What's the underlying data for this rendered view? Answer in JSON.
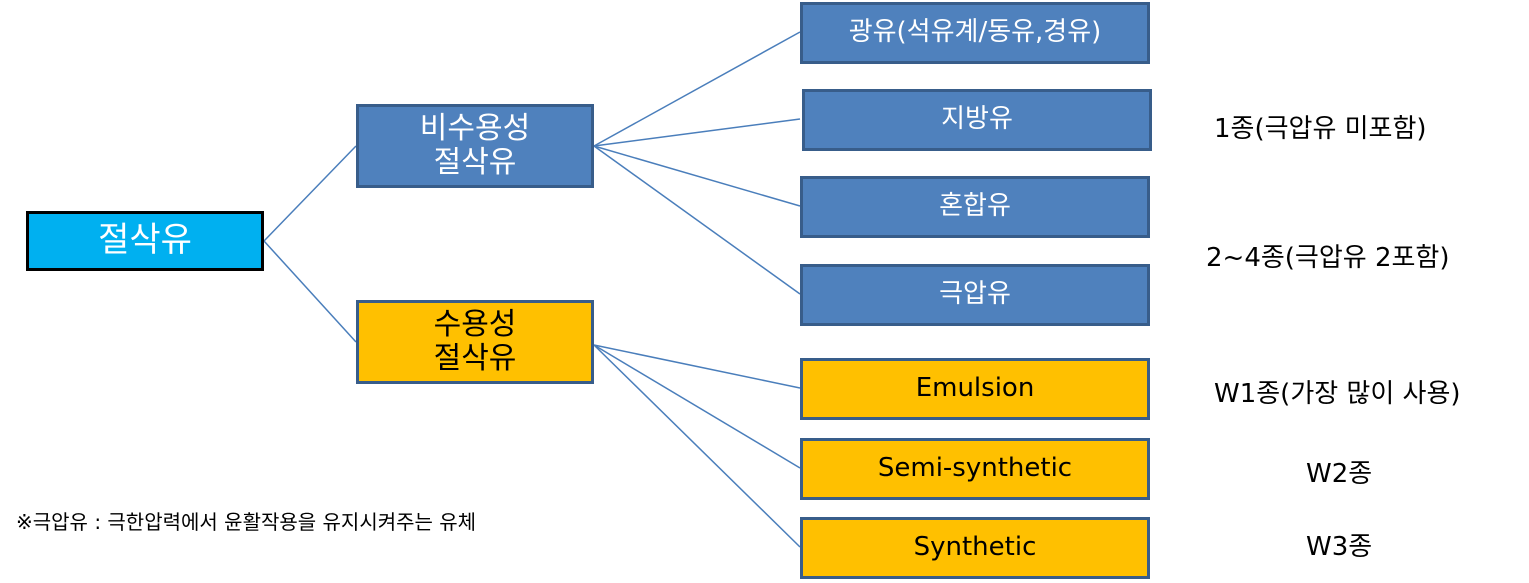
{
  "root": {
    "label": "절삭유"
  },
  "categories": [
    {
      "label": "비수용성\n절삭유"
    },
    {
      "label": "수용성\n절삭유"
    }
  ],
  "leaves": [
    {
      "label": "광유(석유계/동유,경유)"
    },
    {
      "label": "지방유"
    },
    {
      "label": "혼합유"
    },
    {
      "label": "극압유"
    },
    {
      "label": "Emulsion"
    },
    {
      "label": "Semi-synthetic"
    },
    {
      "label": "Synthetic"
    }
  ],
  "notes": [
    "1종(극압유 미포함)",
    "2~4종(극압유 2포함)",
    "W1종(가장 많이 사용)",
    "W2종",
    "W3종"
  ],
  "footnote": "※극압유 : 극한압력에서 윤활작용을 유지시켜주는 유체",
  "colors": {
    "root_fill": "#00b0f0",
    "blue_fill": "#4f81bd",
    "gold_fill": "#ffc000",
    "border": "#385d8a",
    "connector": "#4a7ebb"
  }
}
